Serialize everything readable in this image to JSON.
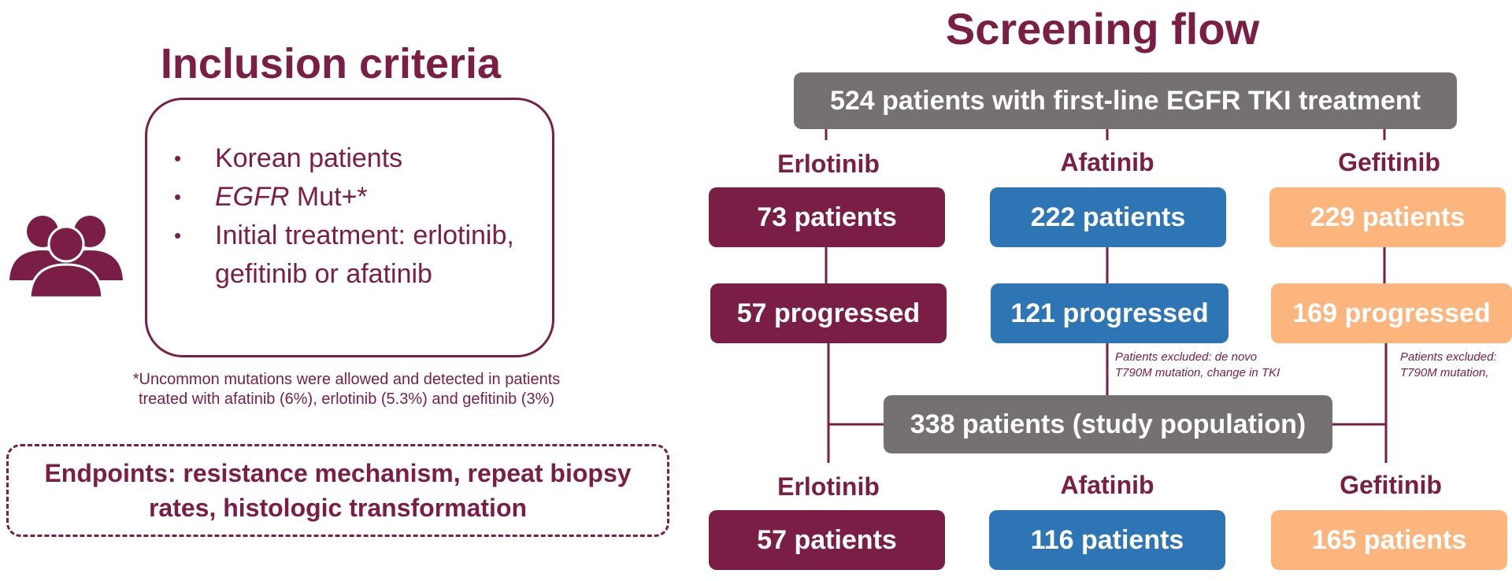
{
  "inclusion": {
    "title": "Inclusion criteria",
    "items": {
      "korean": "Korean patients",
      "egfr_gene": "EGFR",
      "egfr_rest": " Mut+*",
      "initial": "Initial treatment: erlotinib, gefitinib or afatinib"
    },
    "footnote_line1": "*Uncommon mutations were allowed and detected in patients",
    "footnote_line2": "treated with afatinib (6%), erlotinib (5.3%) and gefitinib (3%)"
  },
  "endpoints": {
    "text": "Endpoints: resistance mechanism, repeat biopsy rates, histologic transformation"
  },
  "flow": {
    "title": "Screening flow",
    "top_box": "524 patients with first-line EGFR TKI treatment",
    "drugs": {
      "erlotinib": "Erlotinib",
      "afatinib": "Afatinib",
      "gefitinib": "Gefitinib"
    },
    "treated": {
      "erlotinib": "73 patients",
      "afatinib": "222 patients",
      "gefitinib": "229 patients"
    },
    "progressed": {
      "erlotinib": "57 progressed",
      "afatinib": "121 progressed",
      "gefitinib": "169 progressed"
    },
    "excluded_afatinib": {
      "line1": "Patients excluded: de novo",
      "line2": "T790M mutation, change in TKI"
    },
    "excluded_gefitinib": {
      "line1": "Patients excluded:",
      "line2": "T790M mutation,"
    },
    "study_population": "338 patients (study population)",
    "final": {
      "erlotinib": "57 patients",
      "afatinib": "116 patients",
      "gefitinib": "165 patients"
    }
  },
  "colors": {
    "erlotinib": "#7a1e45",
    "afatinib": "#2e75b6",
    "gefitinib": "#fbb57d",
    "neutral": "#767171"
  }
}
